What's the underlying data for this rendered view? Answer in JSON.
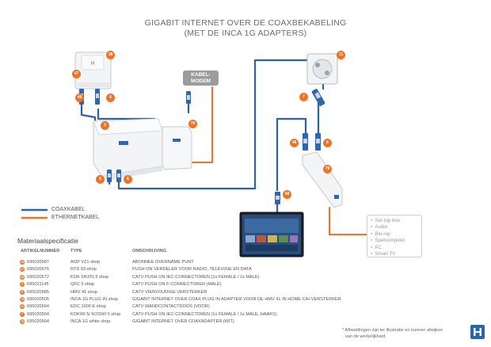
{
  "title": {
    "line1": "GIGABIT INTERNET OVER DE COAXBEKABELING",
    "line2": "(MET DE INCA 1G ADAPTERS)"
  },
  "colors": {
    "coax": "#2e61a6",
    "ethernet": "#e9752a",
    "badge": "#e9752a",
    "modem": "#9c9c9c",
    "device_body": "#f3f4f6",
    "connector": "#2f66ad"
  },
  "modem_label": {
    "line1": "KABEL-",
    "line2": "MODEM"
  },
  "badges": {
    "wall_outlet_top": "18",
    "wall_outlet_left": "47",
    "wall_out_l": "48",
    "wall_out_r": "6",
    "wall_socket": "11",
    "plug": "7",
    "amplifier": "9",
    "small_box": "79",
    "amp_out_l": "6",
    "amp_out_r": "6",
    "adapter_in_l": "48",
    "adapter_in_r": "6",
    "adapter": "79",
    "tv_plug": "48"
  },
  "legend": [
    {
      "label": "COAXKABEL",
      "color": "#2e61a6"
    },
    {
      "label": "ETHERNETKABEL",
      "color": "#e9752a"
    }
  ],
  "devices": {
    "items": [
      "Set-top box",
      "Audio",
      "Blu-ray",
      "Spelcomputer",
      "PC",
      "Smart TV"
    ],
    "icon": "bullet-icon"
  },
  "spec": {
    "heading": "Materiaalspecificatie",
    "columns": [
      "ARTIKELNUMMER",
      "TYPE",
      "OMSCHRIJVING"
    ],
    "rows": [
      {
        "badge": "18",
        "article": "695020587",
        "type": "AOP VZ1 shop",
        "description": "ABONNEE OVERNAME PUNT"
      },
      {
        "badge": "47",
        "article": "695020576",
        "type": "RTD 03 shop",
        "description": "PUSH ON VERDELER VOOR RADIO, TELEVISIE EN DATA"
      },
      {
        "badge": "48",
        "article": "695020572",
        "type": "KOK 5/KOS 5 shop",
        "description": "CATV PUSH ON IEC-CONNECTOREN (1x FEMALE / 1x MALE)"
      },
      {
        "badge": "6",
        "article": "695021145",
        "type": "QFC 5 shop",
        "description": "CATV PUSH ON F-CONNECTOREN (MALE)"
      },
      {
        "badge": "9",
        "article": "695020585",
        "type": "HMV 41 shop",
        "description": "CATV VIERVOUDIGE VERSTERKER"
      },
      {
        "badge": "79",
        "article": "695020505",
        "type": "INCA 1G PLUG IN shop",
        "description": "GIGABIT INTERNET OVER COAX PLUG IN ADAPTER VOOR DE HMV 41 IN HOME CAI-VERSTERKER"
      },
      {
        "badge": "11",
        "article": "695020564",
        "type": "EDC 1000 E shop",
        "description": "CATV WANDCONTACTDOOS (VOOR)"
      },
      {
        "badge": "7",
        "article": "695020564",
        "type": "KOKWI 5/ KOSWI 5 shop",
        "description": "CATV PUSH ON IEC-CONNECTOREN (1x FEMALE / 1x MALE, HAAKS)"
      },
      {
        "badge": "79",
        "article": "695020564",
        "type": "INCA 1G white shop",
        "description": "GIGABIT INTERNET OVER COAXADAPTER (WIT)"
      }
    ]
  },
  "note": {
    "line1": "* Afbeeldingen zijn ter illustratie en kunnen afwijken",
    "line2": "van de werkelijkheid."
  },
  "logo_icon": "hirschmann-logo-icon"
}
